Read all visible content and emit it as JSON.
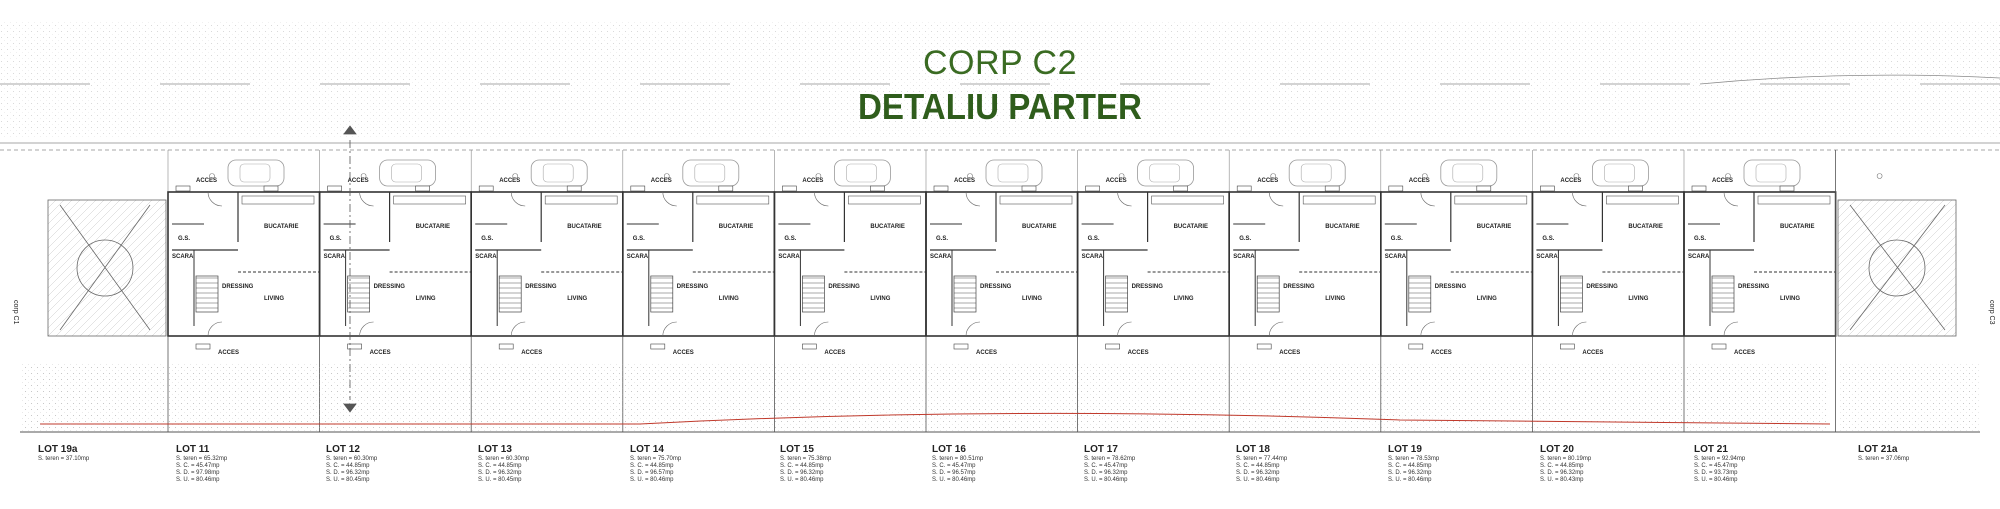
{
  "title": {
    "line1": "CORP C2",
    "line2": "DETALIU PARTER"
  },
  "colors": {
    "title_green": "#3a6b22",
    "title_dark_green": "#2f5d1c",
    "lines": "#555555",
    "red_boundary": "#c0392b"
  },
  "room_labels": {
    "bucatarie": "BUCATARIE",
    "living": "LIVING",
    "dressing": "DRESSING",
    "scara": "SCARA",
    "gs": "G.S.",
    "acces": "ACCES"
  },
  "side_labels": {
    "left": "corp C1",
    "right": "corp C3"
  },
  "lots": [
    {
      "name": "LOT 19a",
      "lines": [
        "S. teren = 37.10mp"
      ]
    },
    {
      "name": "LOT 11",
      "lines": [
        "S. teren = 65.32mp",
        "S. C. = 45.47mp",
        "S. D. = 97.98mp",
        "S. U. = 80.46mp"
      ]
    },
    {
      "name": "LOT 12",
      "lines": [
        "S. teren = 60.30mp",
        "S. C. = 44.85mp",
        "S. D. = 96.32mp",
        "S. U. = 80.45mp"
      ]
    },
    {
      "name": "LOT 13",
      "lines": [
        "S. teren = 60.30mp",
        "S. C. = 44.85mp",
        "S. D. = 96.32mp",
        "S. U. = 80.45mp"
      ]
    },
    {
      "name": "LOT 14",
      "lines": [
        "S. teren = 75.70mp",
        "S. C. = 44.85mp",
        "S. D. = 96.57mp",
        "S. U. = 80.46mp"
      ]
    },
    {
      "name": "LOT 15",
      "lines": [
        "S. teren = 75.38mp",
        "S. C. = 44.85mp",
        "S. D. = 96.32mp",
        "S. U. = 80.46mp"
      ]
    },
    {
      "name": "LOT 16",
      "lines": [
        "S. teren = 80.51mp",
        "S. C. = 45.47mp",
        "S. D. = 96.57mp",
        "S. U. = 80.46mp"
      ]
    },
    {
      "name": "LOT 17",
      "lines": [
        "S. teren = 78.62mp",
        "S. C. = 45.47mp",
        "S. D. = 96.32mp",
        "S. U. = 80.46mp"
      ]
    },
    {
      "name": "LOT 18",
      "lines": [
        "S. teren = 77.44mp",
        "S. C. = 44.85mp",
        "S. D. = 96.32mp",
        "S. U. = 80.46mp"
      ]
    },
    {
      "name": "LOT 19",
      "lines": [
        "S. teren = 78.53mp",
        "S. C. = 44.85mp",
        "S. D. = 96.32mp",
        "S. U. = 80.46mp"
      ]
    },
    {
      "name": "LOT 20",
      "lines": [
        "S. teren = 80.19mp",
        "S. C. = 44.85mp",
        "S. D. = 96.32mp",
        "S. U. = 80.43mp"
      ]
    },
    {
      "name": "LOT 21",
      "lines": [
        "S. teren = 92.94mp",
        "S. C. = 45.47mp",
        "S. D. = 93.73mp",
        "S. U. = 80.46mp"
      ]
    },
    {
      "name": "LOT 21a",
      "lines": [
        "S. teren = 37.06mp"
      ]
    }
  ]
}
